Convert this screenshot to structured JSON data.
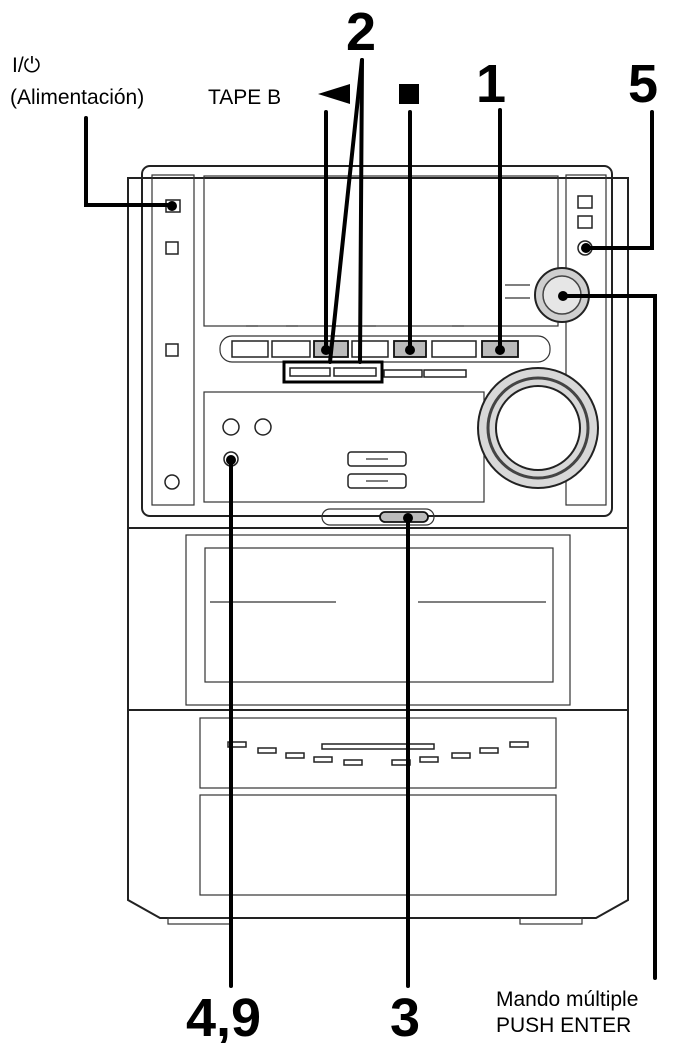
{
  "callouts": {
    "power_symbol": "I/⏻",
    "power": "(Alimentación)",
    "tape_b": "TAPE B",
    "num_1": "1",
    "num_2": "2",
    "num_3": "3",
    "num_5": "5",
    "num_4_9": "4,9",
    "multi_line1": "Mando múltiple",
    "multi_line2": "PUSH ENTER"
  },
  "icons": {
    "tape_b_play": "play-reverse-icon",
    "stop": "stop-icon"
  }
}
